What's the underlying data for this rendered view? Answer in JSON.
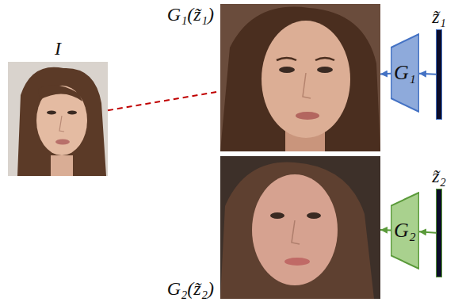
{
  "diagram": {
    "nodes": [
      {
        "text": [
          "I"
        ]
      },
      {
        "text": [
          "G₁(z̃₁)"
        ]
      },
      {
        "text": [
          "G₁"
        ]
      },
      {
        "text": [
          "z̃₁"
        ]
      },
      {
        "text": [
          "G₂(z̃₂)"
        ]
      },
      {
        "text": [
          "G₂"
        ]
      },
      {
        "text": [
          "z̃₂"
        ]
      }
    ],
    "edges": [
      {
        "from": 0,
        "to": 1,
        "arrow": "none"
      },
      {
        "from": 3,
        "to": 2,
        "arrow": "to"
      },
      {
        "from": 2,
        "to": 1,
        "arrow": "to"
      },
      {
        "from": 6,
        "to": 5,
        "arrow": "to"
      },
      {
        "from": 5,
        "to": 4,
        "arrow": "to"
      }
    ]
  }
}
